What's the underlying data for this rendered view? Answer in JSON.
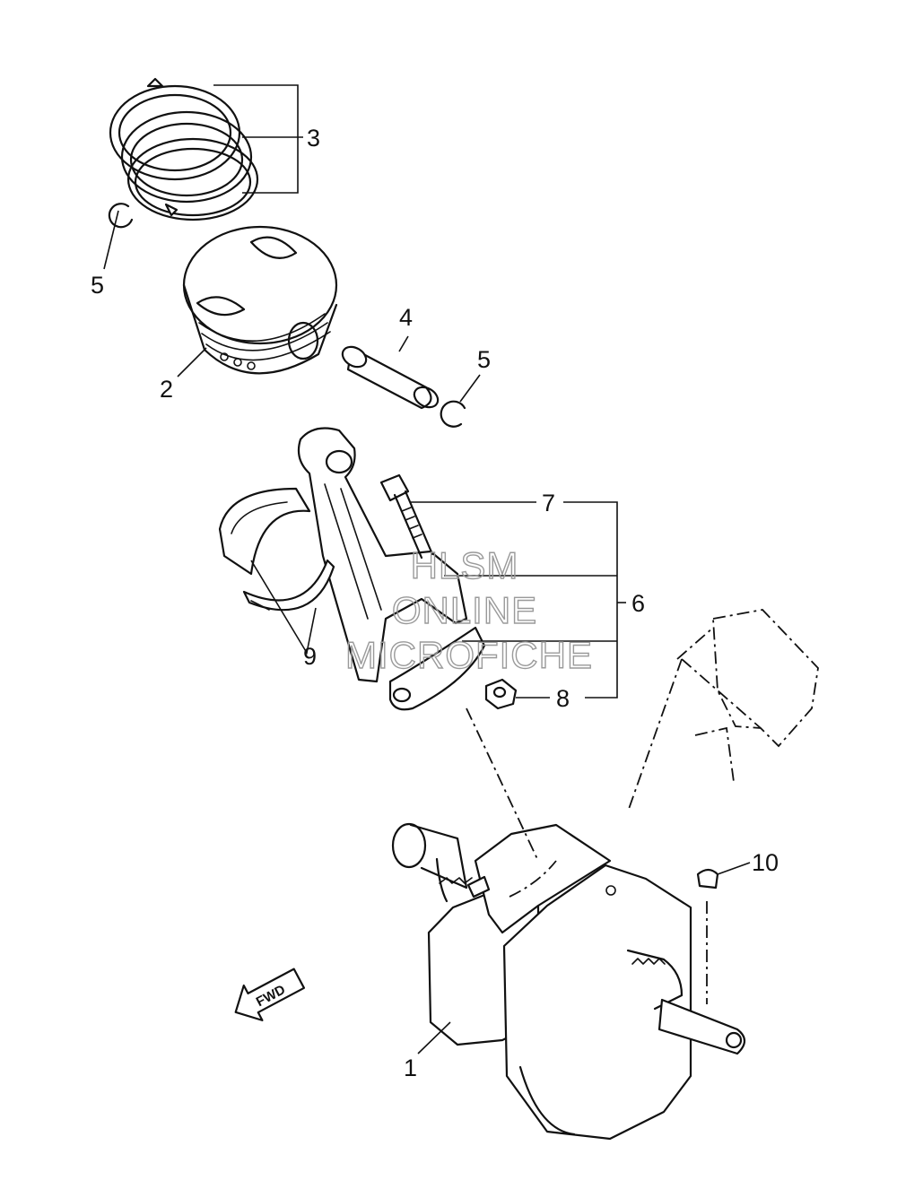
{
  "callouts": {
    "c1": "1",
    "c2": "2",
    "c3": "3",
    "c4": "4",
    "c5a": "5",
    "c5b": "5",
    "c6": "6",
    "c7": "7",
    "c8": "8",
    "c9": "9",
    "c10": "10"
  },
  "watermark": {
    "line1": "HLSM",
    "line2": "ONLINE",
    "line3": "MICROFICHE"
  },
  "fwd_label": "FWD"
}
